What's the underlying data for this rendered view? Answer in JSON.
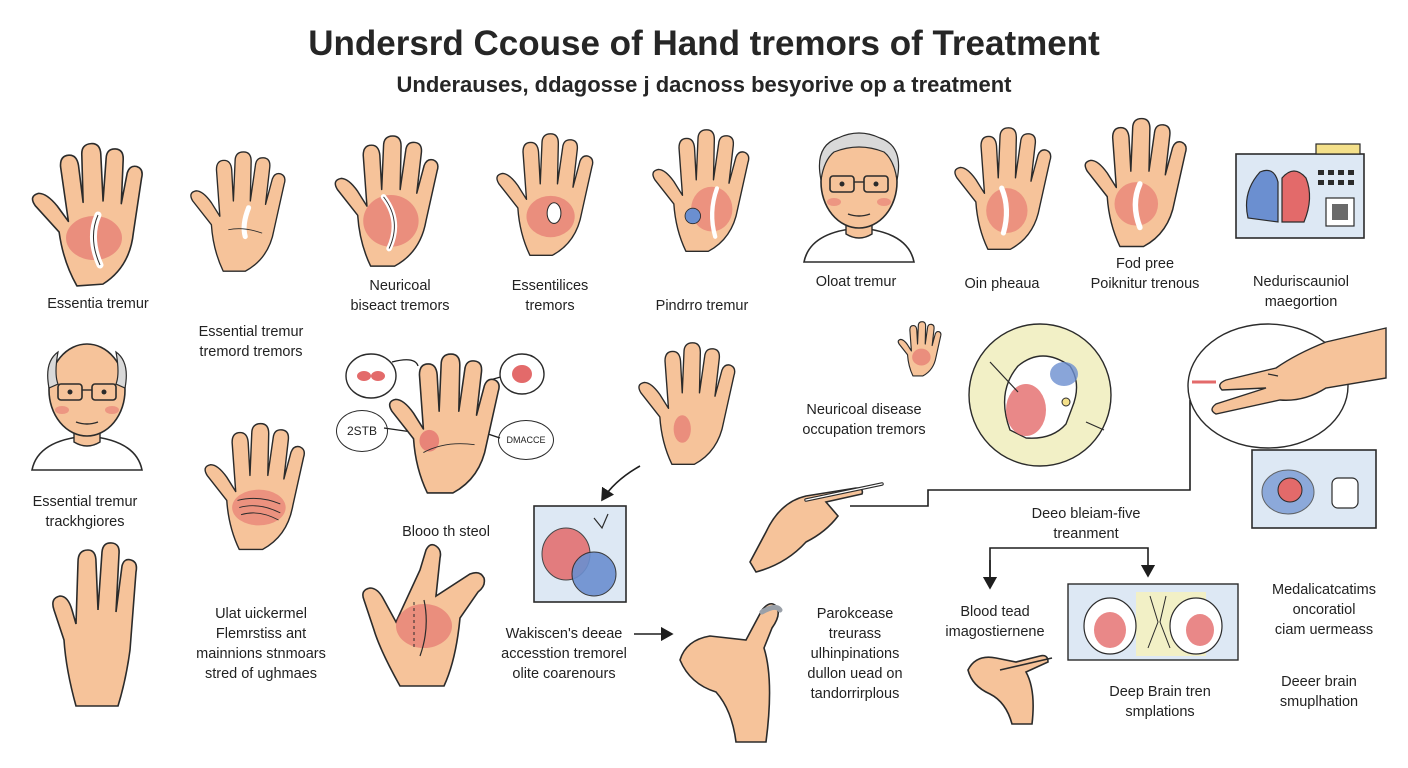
{
  "header": {
    "title": "Undersrd Ccouse of Hand tremors of Treatment",
    "subtitle": "Underauses, ddagosse j dacnoss besyorive op a treatment"
  },
  "labels": {
    "essential_tremur": "Essentia tremur",
    "essential_tremur_tremors": "Essential tremur\ntremord tremors",
    "neuricoal_biseact": "Neuricoal\nbiseact tremors",
    "essentilices_tremors": "Essentilices\ntremors",
    "pindro_tremur": "Pindrro tremur",
    "oloat_tremur": "Oloat tremur",
    "oin_pheaua": "Oin pheaua",
    "fod_pree": "Fod pree\nPoiknitur trenous",
    "nedurisc_maegortion": "Neduriscauniol\nmaegortion",
    "essential_trackhgiores": "Essential tremur\ntrackhgiores",
    "sstb_badge": "2STB",
    "mac_badge": "DMACCE",
    "blooo_steol": "Blooo th steol",
    "neuricoal_disease": "Neuricoal disease\noccupation tremors",
    "deeo_treatment": "Deeo bleiam-five\ntreanment",
    "ulat_uickermel": "Ulat uickermel\nFlemrstiss ant\nmainnions stnmoars\nstred of ughmaes",
    "wakiscen_disease": "Wakiscen's deeae\naccesstion tremorel\nolite coarenours",
    "parokcease": "Parokcease\ntreurass\nulhinpinations\ndullon uead on\ntandorrirplous",
    "blood_tead": "Blood tead\nimagostiernene",
    "deep_brain_simplations": "Deep Brain tren\nsmplations",
    "medicatcatims": "Medalicatcatims\noncoratiol\nciam uermeass",
    "deeer_brain": "Deeer brain\nsmuplhation"
  },
  "icons": {
    "skin": "#f6c39a",
    "skin_outline": "#2b2b2b",
    "tremor_red": "#e36a6a",
    "blue_node": "#6b8fd0",
    "yellow_bg": "#f2f0c6",
    "panel_blue": "#dde8f4"
  }
}
